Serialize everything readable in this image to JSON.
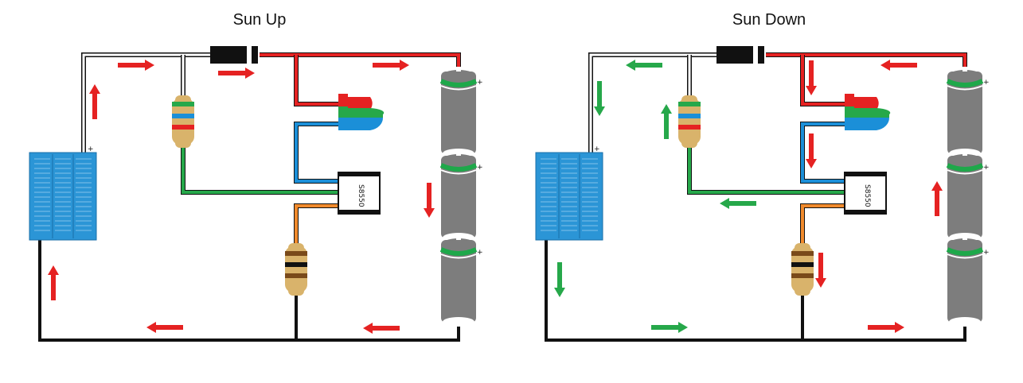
{
  "panels": [
    {
      "title": "Sun Up"
    },
    {
      "title": "Sun Down"
    }
  ],
  "components": {
    "transistor_label": "S8550",
    "plus_sign": "+"
  },
  "colors": {
    "wire_red": "#e52222",
    "wire_black": "#111111",
    "wire_green": "#26a84a",
    "wire_blue": "#1b8fd8",
    "wire_orange": "#f08a2c",
    "flow_red": "#e52222",
    "flow_green": "#26a84a",
    "solar_panel": "#2b95d6",
    "battery_body": "#7d7d7d",
    "battery_band": "#1ea84a"
  },
  "icons": {
    "diode": "diode-icon",
    "resistor": "resistor-icon",
    "rgb_led": "rgb-led-icon",
    "transistor": "transistor-icon",
    "battery": "battery-icon",
    "solar_panel": "solar-panel-icon",
    "current_arrow": "arrow-icon"
  }
}
